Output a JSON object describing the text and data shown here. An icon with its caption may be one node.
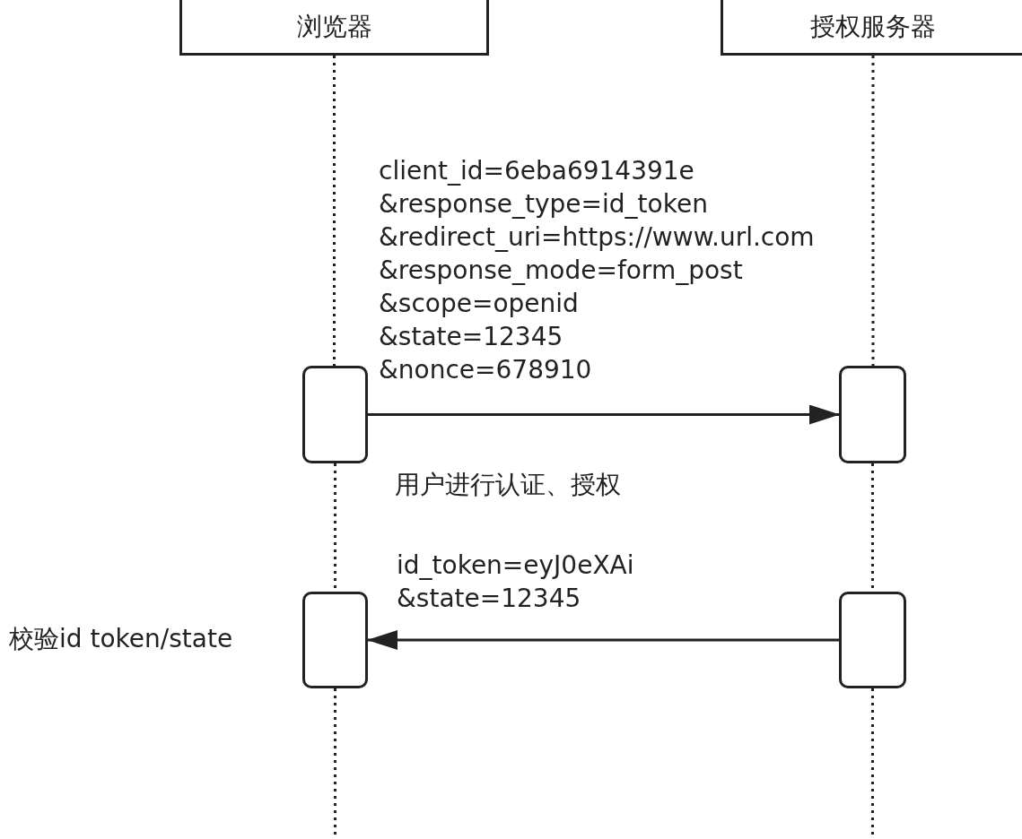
{
  "diagram": {
    "nodes": [
      {
        "text": [
          "浏览器"
        ]
      },
      {
        "text": [
          "授权服务器"
        ]
      },
      {
        "text": [],
        "shape": "box"
      },
      {
        "text": [],
        "shape": "box"
      },
      {
        "text": [],
        "shape": "box",
        "beside": [
          "校验id token/state"
        ]
      },
      {
        "text": [],
        "shape": "box"
      }
    ],
    "edges": [
      {
        "from": 0,
        "to": 2,
        "arrow": "none",
        "style": "dashed"
      },
      {
        "from": 2,
        "to": 4,
        "arrow": "none",
        "style": "dashed"
      },
      {
        "from": 4,
        "to": null,
        "arrow": "none",
        "style": "dashed"
      },
      {
        "from": 1,
        "to": 3,
        "arrow": "none",
        "style": "dashed"
      },
      {
        "from": 3,
        "to": 5,
        "arrow": "none",
        "style": "dashed"
      },
      {
        "from": 5,
        "to": null,
        "arrow": "none",
        "style": "dashed"
      },
      {
        "from": 2,
        "to": 3,
        "arrow": "to",
        "label": "client_id=6eba6914391e &response_type=id_token &redirect_uri=https://www.url.com &response_mode=form_post &scope=openid &state=12345 &nonce=678910"
      },
      {
        "from": 5,
        "to": 4,
        "arrow": "to",
        "label": "id_token=eyJ0eXAi &state=12345"
      }
    ],
    "labels": [
      "用户进行认证、授权"
    ]
  }
}
